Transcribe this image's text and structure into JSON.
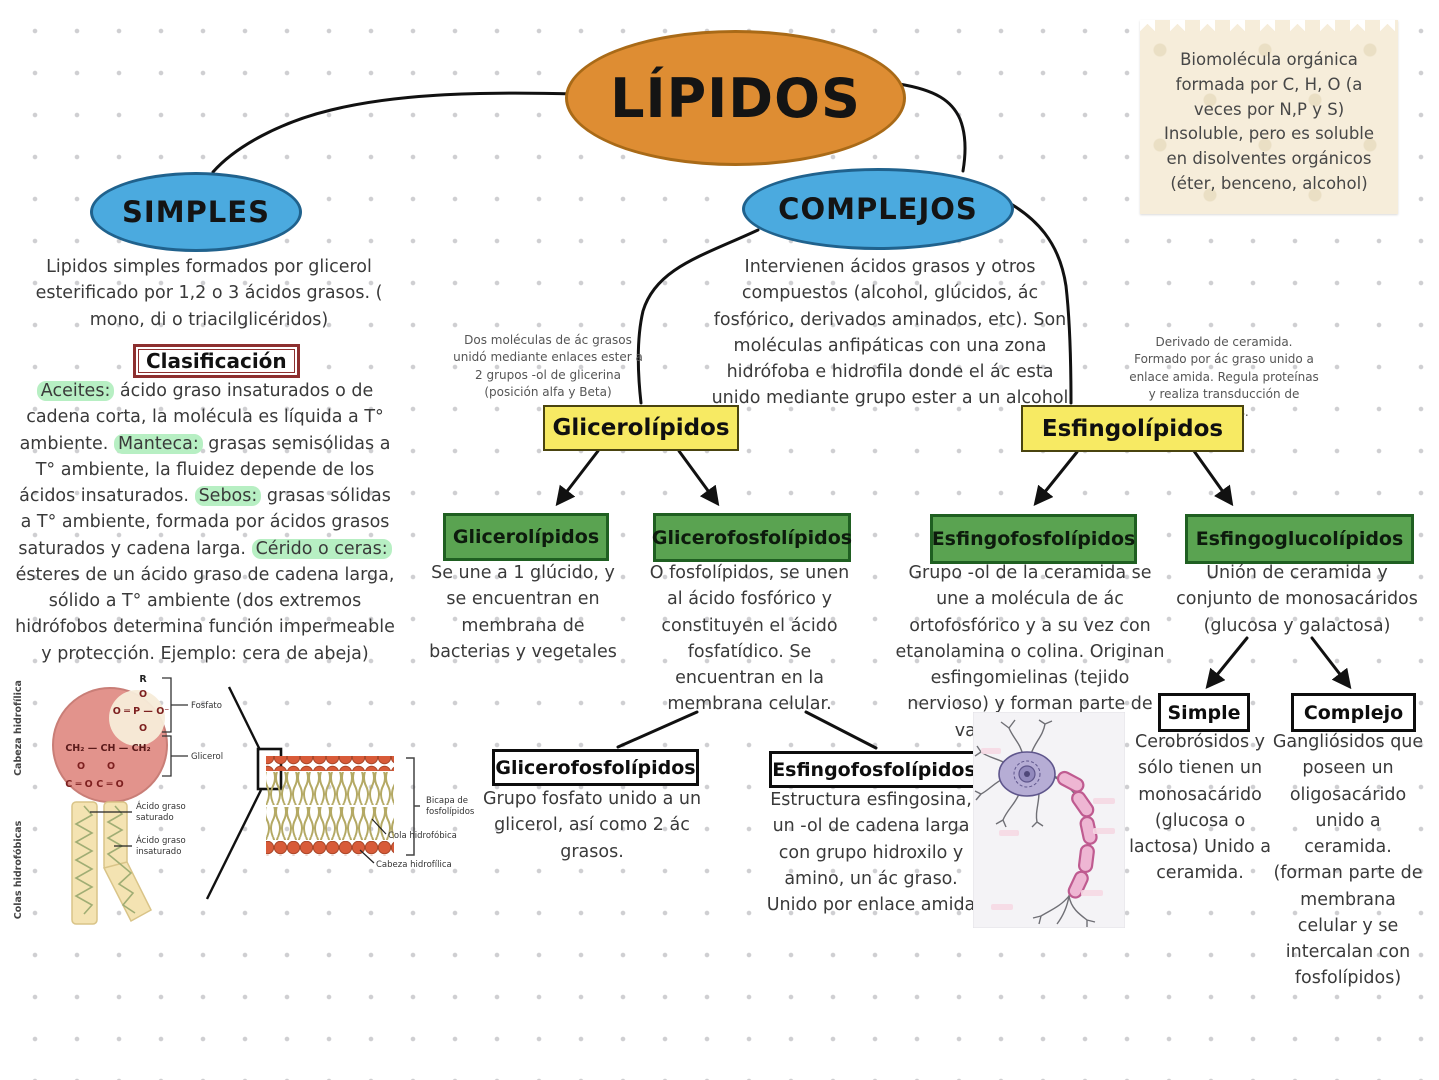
{
  "root": {
    "title": "LÍPIDOS"
  },
  "note": {
    "text": "Biomolécula orgánica formada por C, H, O (a veces por N,P y S) Insoluble, pero es soluble en disolventes orgánicos (éter, benceno, alcohol)"
  },
  "simples": {
    "label": "SIMPLES",
    "description": "Lipidos simples formados por glicerol esterificado por 1,2 o 3 ácidos grasos. ( mono, di o triacilglicéridos)",
    "clasificacion": "Clasificación",
    "items": [
      {
        "term": "Aceites:",
        "text": " ácido graso insaturados o de cadena corta, la molécula es líquida a T° ambiente."
      },
      {
        "term": "Manteca:",
        "text": " grasas semisólidas a T° ambiente, la fluidez depende de los ácidos insaturados."
      },
      {
        "term": "Sebos:",
        "text": " grasas sólidas a T° ambiente, formada por ácidos grasos saturados y cadena larga."
      },
      {
        "term": "Cérido o ceras:",
        "text": " ésteres de un ácido graso de cadena larga,  sólido a T° ambiente (dos extremos hidrófobos determina función impermeable y protección. Ejemplo: cera de abeja)"
      }
    ]
  },
  "complejos": {
    "label": "COMPLEJOS",
    "description": "Intervienen ácidos grasos y otros compuestos (alcohol,  glúcidos, ác fosfórico, derivados aminados, etc). Son moléculas anfipáticas con una zona hidrófoba e hidrofila donde el ác esta unido mediante grupo ester a un alcohol"
  },
  "glicero": {
    "label": "Glicerolípidos",
    "annotation": "Dos moléculas de ác grasos unidó mediante enlaces ester a 2 grupos -ol de glicerina (posición alfa y Beta)",
    "child1": {
      "label": "Glicerolípidos",
      "description": "Se une a 1 glúcido, y se encuentran en membrana de bacterias y vegetales"
    },
    "child2": {
      "label": "Glicerofosfolípidos",
      "description": "O fosfolípidos, se unen al ácido fosfórico y constituyen el ácido fosfatídico. Se encuentran en la membrana celular."
    }
  },
  "esfingo": {
    "label": "Esfingolípidos",
    "annotation": "Derivado de ceramida. Formado por ác graso unido a enlace amida. Regula proteínas y realiza transducción de señales.",
    "child1": {
      "label": "Esfingofosfolípidos",
      "description": "Grupo -ol de la ceramida se une a molécula de ác ortofosfórico y a su vez con etanolamina o colina. Originan esfingomielinas (tejido nervioso) y forman parte de vaina de mielina."
    },
    "child2": {
      "label": "Esfingoglucolípidos",
      "description": "Unión de ceramida y conjunto de monosacáridos (glucosa y galactosa)"
    }
  },
  "detail": {
    "glicero": {
      "label": "Glicerofosfolípidos",
      "description": "Grupo fosfato unido a un glicerol, así como 2 ác grasos."
    },
    "esfingo": {
      "label": "Esfingofosfolípidos",
      "description": "Estructura esfingosina, un -ol de cadena larga con grupo hidroxilo y amino, un ác graso. Unido por enlace amida"
    }
  },
  "types": {
    "simple": {
      "label": "Simple",
      "description": "Cerobrósidos y sólo tienen un monosacárido (glucosa o lactosa) Unido a ceramida."
    },
    "complejo": {
      "label": "Complejo",
      "description": "Gangliósidos que poseen un oligosacárido unido a ceramida. (forman parte de membrana celular y se intercalan con fosfolípidos)"
    }
  },
  "fig_fosfolipido": {
    "cabeza": "Cabeza hidrofílica",
    "colas": "Colas hidrofóbicas",
    "fosfato": "Fosfato",
    "glicerol": "Glicerol",
    "ac_sat_1": "Ácido graso",
    "ac_sat_2": "saturado",
    "ac_insat_1": "Ácido graso",
    "ac_insat_2": "insaturado",
    "f_r": "R",
    "f_o1": "O",
    "f_p": "O ═ P — O⁻",
    "f_o2": "O",
    "f_ch": "CH₂ — CH — CH₂",
    "f_o3": "O",
    "f_o4": "O",
    "f_c1": "C ═ O",
    "f_c2": "C ═ O"
  },
  "fig_bicapa": {
    "bicapa_1": "Bicapa de",
    "bicapa_2": "fosfolípidos",
    "cola": "Cola hidrofóbica",
    "cabeza": "Cabeza hidrofílica"
  },
  "colors": {
    "orange": "#de8d33",
    "blue": "#4baadf",
    "yellow": "#f7ea63",
    "green": "#5aa351",
    "highlight": "#b7efc3",
    "note_bg": "#f6edda",
    "red_border": "#8d2f2f"
  }
}
